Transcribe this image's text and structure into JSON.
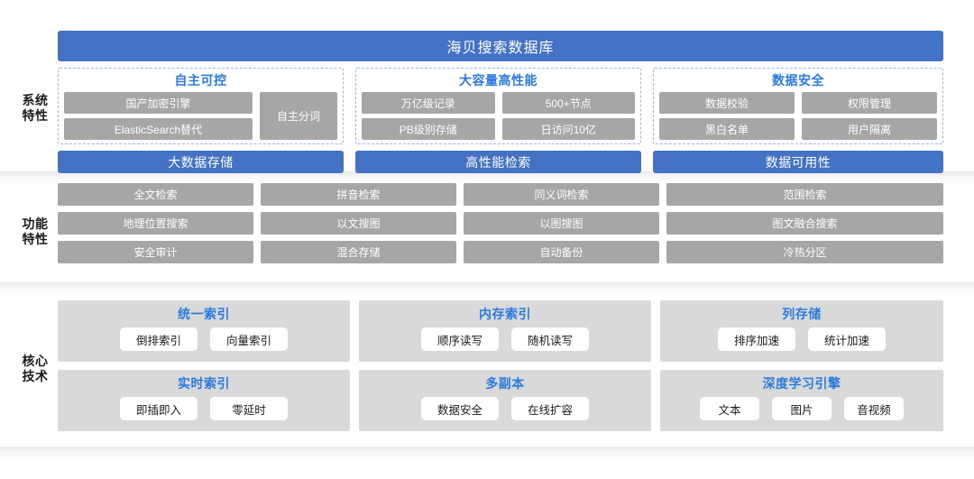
{
  "title_bar": {
    "label": "海贝搜索数据库"
  },
  "sections": {
    "system": {
      "label_line1": "系统",
      "label_line2": "特性"
    },
    "functional": {
      "label_line1": "功能",
      "label_line2": "特性"
    },
    "core": {
      "label_line1": "核心",
      "label_line2": "技术"
    }
  },
  "colors": {
    "brand_blue": "#4472C4",
    "heading_blue": "#2A7ADE",
    "gray_box": "#A6A6A6",
    "light_gray_card": "#D9D9D9",
    "dashed_border": "#9DB8E8",
    "background": "#FFFFFF"
  },
  "system_columns": [
    {
      "heading": "自主可控",
      "stack_boxes": [
        "国产加密引擎",
        "ElasticSearch替代"
      ],
      "side_box": "自主分词",
      "bar": "大数据存储"
    },
    {
      "heading": "大容量高性能",
      "grid_boxes": [
        "万亿级记录",
        "500+节点",
        "PB级别存储",
        "日访问10亿"
      ],
      "bar": "高性能检索"
    },
    {
      "heading": "数据安全",
      "grid_boxes": [
        "数据校验",
        "权限管理",
        "黑白名单",
        "用户隔离"
      ],
      "bar": "数据可用性"
    }
  ],
  "functional_rows": [
    [
      "全文检索",
      "拼音检索",
      "同义词检索",
      "范围检索"
    ],
    [
      "地理位置搜索",
      "以文搜图",
      "以图搜图",
      "图文融合搜索"
    ],
    [
      "安全审计",
      "混合存储",
      "自动备份",
      "冷热分区"
    ]
  ],
  "core_rows": [
    [
      {
        "heading": "统一索引",
        "items": [
          "倒排索引",
          "向量索引"
        ]
      },
      {
        "heading": "内存索引",
        "items": [
          "顺序读写",
          "随机读写"
        ]
      },
      {
        "heading": "列存储",
        "items": [
          "排序加速",
          "统计加速"
        ]
      }
    ],
    [
      {
        "heading": "实时索引",
        "items": [
          "即插即入",
          "零延时"
        ]
      },
      {
        "heading": "多副本",
        "items": [
          "数据安全",
          "在线扩容"
        ]
      },
      {
        "heading": "深度学习引擎",
        "items": [
          "文本",
          "图片",
          "音视频"
        ]
      }
    ]
  ]
}
